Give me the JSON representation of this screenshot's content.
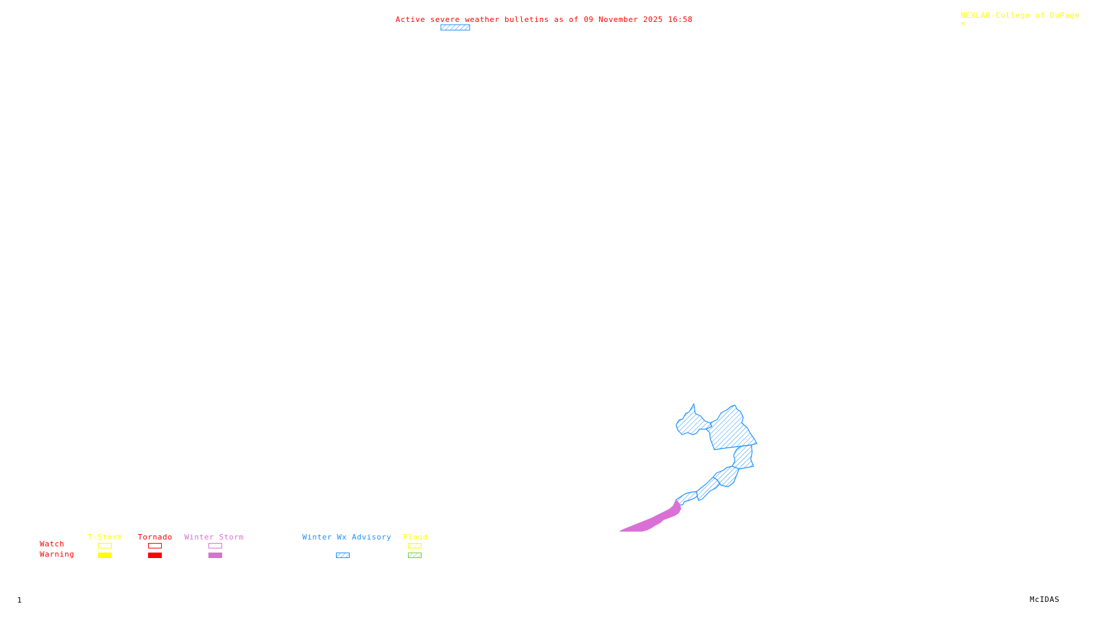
{
  "title": "Active severe weather bulletins as of 09 November 2025 16:58",
  "credit": "NEXLAB-College of DuPage",
  "credit_icon": "cursor-arrow-icon",
  "frame_number": "1",
  "software_label": "McIDAS",
  "colors": {
    "title": "#ff0000",
    "credit": "#ffff00",
    "tstorm": "#ffff00",
    "tornado": "#ff0000",
    "winter_storm": "#da70d6",
    "winter_wx_advisory": "#1e90ff",
    "flood_watch": "#ffff00",
    "flood_warning": "#7ccd32"
  },
  "legend": {
    "row_labels": {
      "watch": "Watch",
      "warning": "Warning"
    },
    "columns": [
      {
        "key": "tstorm",
        "label": "T-Storm",
        "watch_style": "outline",
        "warning_style": "solid"
      },
      {
        "key": "tornado",
        "label": "Tornado",
        "watch_style": "outline",
        "warning_style": "solid"
      },
      {
        "key": "winter_storm",
        "label": "Winter Storm",
        "watch_style": "outline",
        "warning_style": "solid"
      },
      {
        "key": "winter_wx_advisory",
        "label": "Winter Wx Advisory",
        "watch_style": "none",
        "warning_style": "hatched"
      },
      {
        "key": "flood",
        "label": "Flood",
        "watch_style": "hatched",
        "warning_style": "hatched"
      }
    ]
  },
  "map_features": [
    {
      "type": "winter_wx_advisory",
      "style": "hatched",
      "region": "northern zones"
    },
    {
      "type": "winter_wx_advisory",
      "style": "hatched",
      "region": "central chain of zones"
    },
    {
      "type": "winter_storm_warning",
      "style": "solid",
      "region": "southwestern strip"
    }
  ]
}
